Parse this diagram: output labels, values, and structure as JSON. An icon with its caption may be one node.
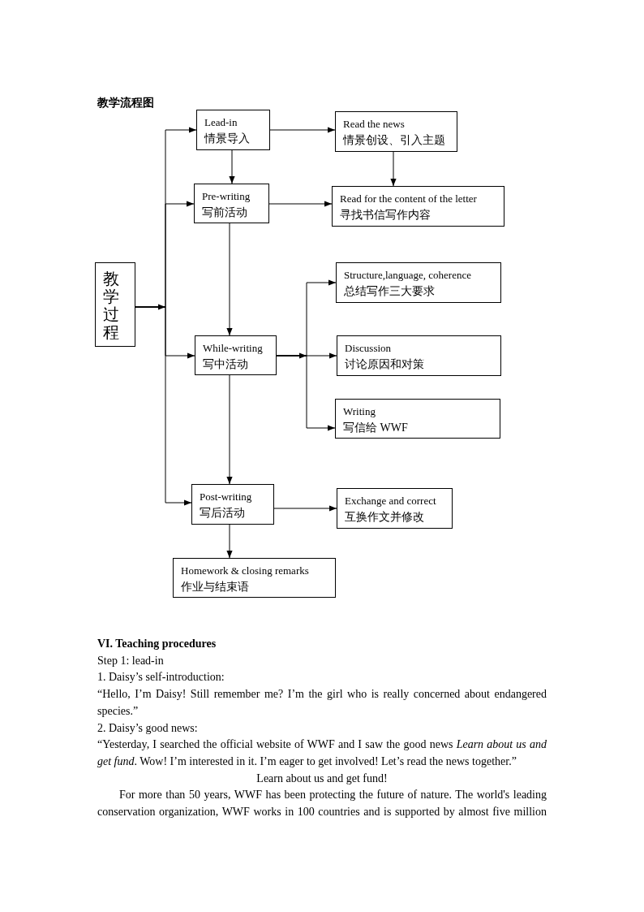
{
  "diagram": {
    "title": "教学流程图",
    "nodes": [
      {
        "text": [
          "教学过程"
        ]
      },
      {
        "text": [
          "Lead-in",
          "情景导入"
        ]
      },
      {
        "text": [
          "Read the news",
          "情景创设、引入主题"
        ]
      },
      {
        "text": [
          "Pre-writing",
          "写前活动"
        ]
      },
      {
        "text": [
          "Read for the content of the letter",
          "寻找书信写作内容"
        ]
      },
      {
        "text": [
          "Structure,language, coherence",
          "总结写作三大要求"
        ]
      },
      {
        "text": [
          "While-writing",
          "写中活动"
        ]
      },
      {
        "text": [
          "Discussion",
          "讨论原因和对策"
        ]
      },
      {
        "text": [
          "Writing",
          "写信给 WWF"
        ]
      },
      {
        "text": [
          "Post-writing",
          "写后活动"
        ]
      },
      {
        "text": [
          "Exchange and correct",
          "互换作文并修改"
        ]
      },
      {
        "text": [
          "Homework & closing remarks",
          "作业与结束语"
        ]
      }
    ],
    "edges": [
      {
        "from": 0,
        "to": 1,
        "arrow": "to"
      },
      {
        "from": 0,
        "to": 3,
        "arrow": "to"
      },
      {
        "from": 0,
        "to": 6,
        "arrow": "to"
      },
      {
        "from": 0,
        "to": 9,
        "arrow": "to"
      },
      {
        "from": 1,
        "to": 2,
        "arrow": "to"
      },
      {
        "from": 1,
        "to": 3,
        "arrow": "to"
      },
      {
        "from": 2,
        "to": 4,
        "arrow": "to"
      },
      {
        "from": 3,
        "to": 4,
        "arrow": "to"
      },
      {
        "from": 3,
        "to": 6,
        "arrow": "to"
      },
      {
        "from": 6,
        "to": 5,
        "arrow": "to"
      },
      {
        "from": 6,
        "to": 7,
        "arrow": "to"
      },
      {
        "from": 6,
        "to": 8,
        "arrow": "to"
      },
      {
        "from": 6,
        "to": 9,
        "arrow": "to"
      },
      {
        "from": 9,
        "to": 10,
        "arrow": "to"
      },
      {
        "from": 9,
        "to": 11,
        "arrow": "to"
      }
    ],
    "labels": [
      "VI. Teaching procedures",
      "Step 1: lead-in",
      "1. Daisy’s self-introduction:",
      "“Hello, I’m Daisy! Still remember me? I’m the girl who is really concerned about endangered species.”",
      "2. Daisy’s good news:",
      "“Yesterday, I searched the official website of WWF and I saw the good news *Learn about us and get fund*. Wow! I’m interested in it. I’m eager to get involved! Let’s read the news together.”",
      "Learn about us and get fund!",
      "For more than 50 years, WWF has been protecting the future of nature. The world's leading conservation organization, WWF works in 100 countries and is supported by almost five million"
    ]
  }
}
